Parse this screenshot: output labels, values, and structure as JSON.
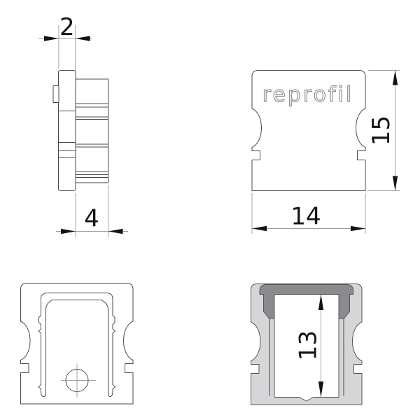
{
  "drawing": {
    "logo": "reprofil",
    "dimensions": {
      "side_width": "2",
      "side_depth": "4",
      "front_width": "14",
      "front_height": "15",
      "inner_height": "13"
    }
  },
  "colors": {
    "background": "#ffffff",
    "outline": "#4a4a4a",
    "section_outline": "#555555",
    "dim_line": "#9c9c9c",
    "centerline": "#8a8a8a",
    "text": "#141414",
    "body_fill": "#d6d6d8",
    "profile_fill": "#8b8b8f",
    "logo_stroke": "#8f8f8f"
  }
}
